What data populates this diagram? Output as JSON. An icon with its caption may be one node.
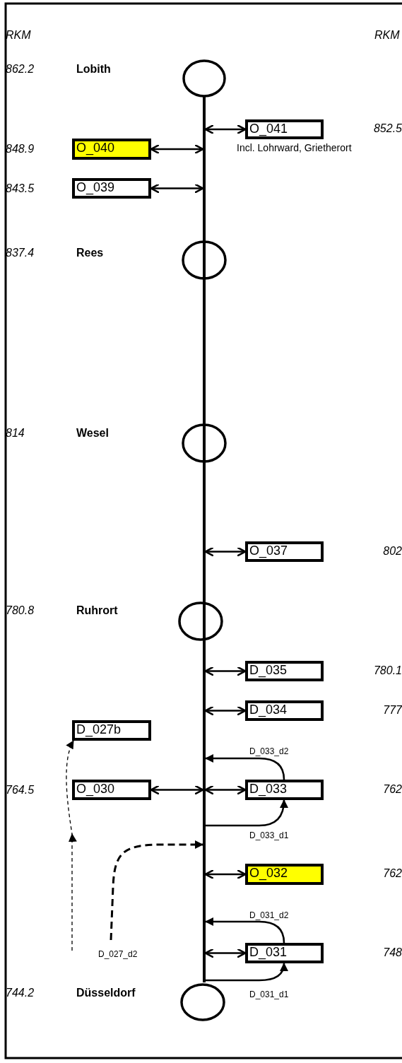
{
  "diagram": {
    "nodes": [
      {
        "text": [],
        "shape": "circle"
      },
      {
        "text": [
          "O_041"
        ],
        "beside": [
          "Incl. Lohrward, Grietherort"
        ]
      },
      {
        "text": [
          "O_040"
        ],
        "beside": [
          "848.9"
        ]
      },
      {
        "text": [
          "O_039"
        ],
        "beside": [
          "843.5"
        ]
      },
      {
        "text": [],
        "shape": "circle"
      },
      {
        "text": [],
        "shape": "circle"
      },
      {
        "text": [
          "O_037"
        ]
      },
      {
        "text": [],
        "shape": "circle"
      },
      {
        "text": [
          "D_035"
        ]
      },
      {
        "text": [
          "D_034"
        ]
      },
      {
        "text": [
          "D_027b"
        ]
      },
      {
        "text": [
          "O_030"
        ],
        "beside": [
          "764.5"
        ]
      },
      {
        "text": [
          "D_033"
        ]
      },
      {
        "text": [
          "O_032"
        ]
      },
      {
        "text": [
          "D_031"
        ]
      },
      {
        "text": [],
        "shape": "circle"
      },
      {
        "text": [],
        "shape": "bar"
      }
    ],
    "edges": [
      {
        "from": 1,
        "to": 16,
        "arrow": "both"
      },
      {
        "from": 2,
        "to": 16,
        "arrow": "both"
      },
      {
        "from": 3,
        "to": 16,
        "arrow": "both"
      },
      {
        "from": 6,
        "to": 16,
        "arrow": "both"
      },
      {
        "from": 8,
        "to": 16,
        "arrow": "both"
      },
      {
        "from": 9,
        "to": 16,
        "arrow": "both"
      },
      {
        "from": 12,
        "to": 16,
        "arrow": "to",
        "label": "D_033_d2"
      },
      {
        "from": 11,
        "to": 16,
        "arrow": "both"
      },
      {
        "from": 12,
        "to": 16,
        "arrow": "both"
      },
      {
        "from": 16,
        "to": 12,
        "arrow": "to",
        "label": "D_033_d1"
      },
      {
        "from": null,
        "to": 10,
        "arrow": "to",
        "style": "dashed"
      },
      {
        "from": null,
        "to": 16,
        "arrow": "to",
        "style": "dashed",
        "label": "D_027_d2"
      },
      {
        "from": 13,
        "to": 16,
        "arrow": "both"
      },
      {
        "from": 14,
        "to": 16,
        "arrow": "to",
        "label": "D_031_d2"
      },
      {
        "from": 14,
        "to": 16,
        "arrow": "both"
      },
      {
        "from": 16,
        "to": 14,
        "arrow": "to",
        "label": "D_031_d1"
      }
    ],
    "labels": [
      "RKM",
      "RKM",
      "862.2",
      "Lobith",
      "852.5",
      "837.4",
      "Rees",
      "814",
      "Wesel",
      "802",
      "780.8",
      "Ruhrort",
      "780.1",
      "777",
      "762",
      "762",
      "748",
      "744.2",
      "Düsseldorf"
    ]
  }
}
